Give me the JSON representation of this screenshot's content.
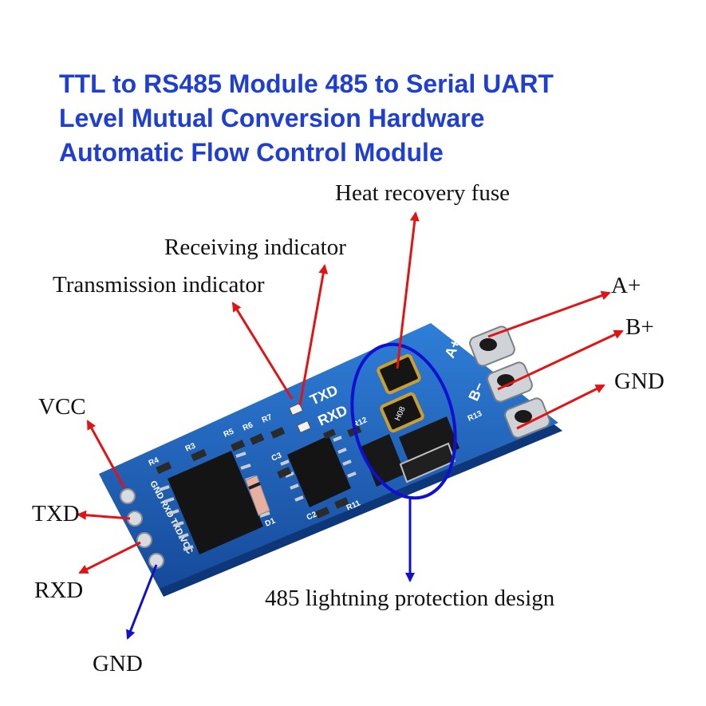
{
  "title": {
    "line1": "TTL to RS485 Module 485 to Serial UART",
    "line2": "Level Mutual Conversion Hardware",
    "line3": "Automatic Flow Control Module"
  },
  "callouts": {
    "heat_fuse": "Heat recovery fuse",
    "receiving": "Receiving indicator",
    "transmission": "Transmission indicator",
    "a_plus": "A+",
    "b_plus": "B+",
    "gnd_right": "GND",
    "vcc": "VCC",
    "txd": "TXD",
    "rxd": "RXD",
    "gnd_left": "GND",
    "lightning": "485 lightning protection design"
  },
  "board_text": {
    "txd": "TXD",
    "rxd": "RXD",
    "pin_header": "GND RXD TXD VCC",
    "terminal_a": "A+",
    "terminal_b": "B−",
    "fuse_mark": "H08",
    "r4": "R4",
    "r3": "R3",
    "r5": "R5",
    "r6": "R6",
    "r7": "R7",
    "c3": "C3",
    "c2": "C2",
    "r11": "R11",
    "r12": "R12",
    "d1": "D1",
    "r13": "R13"
  },
  "colors": {
    "title": "#1f3fd0",
    "pcb": "#1f5fb8",
    "arrow_red": "#e01414",
    "arrow_blue": "#1010c8",
    "highlight": "#1010d0"
  }
}
